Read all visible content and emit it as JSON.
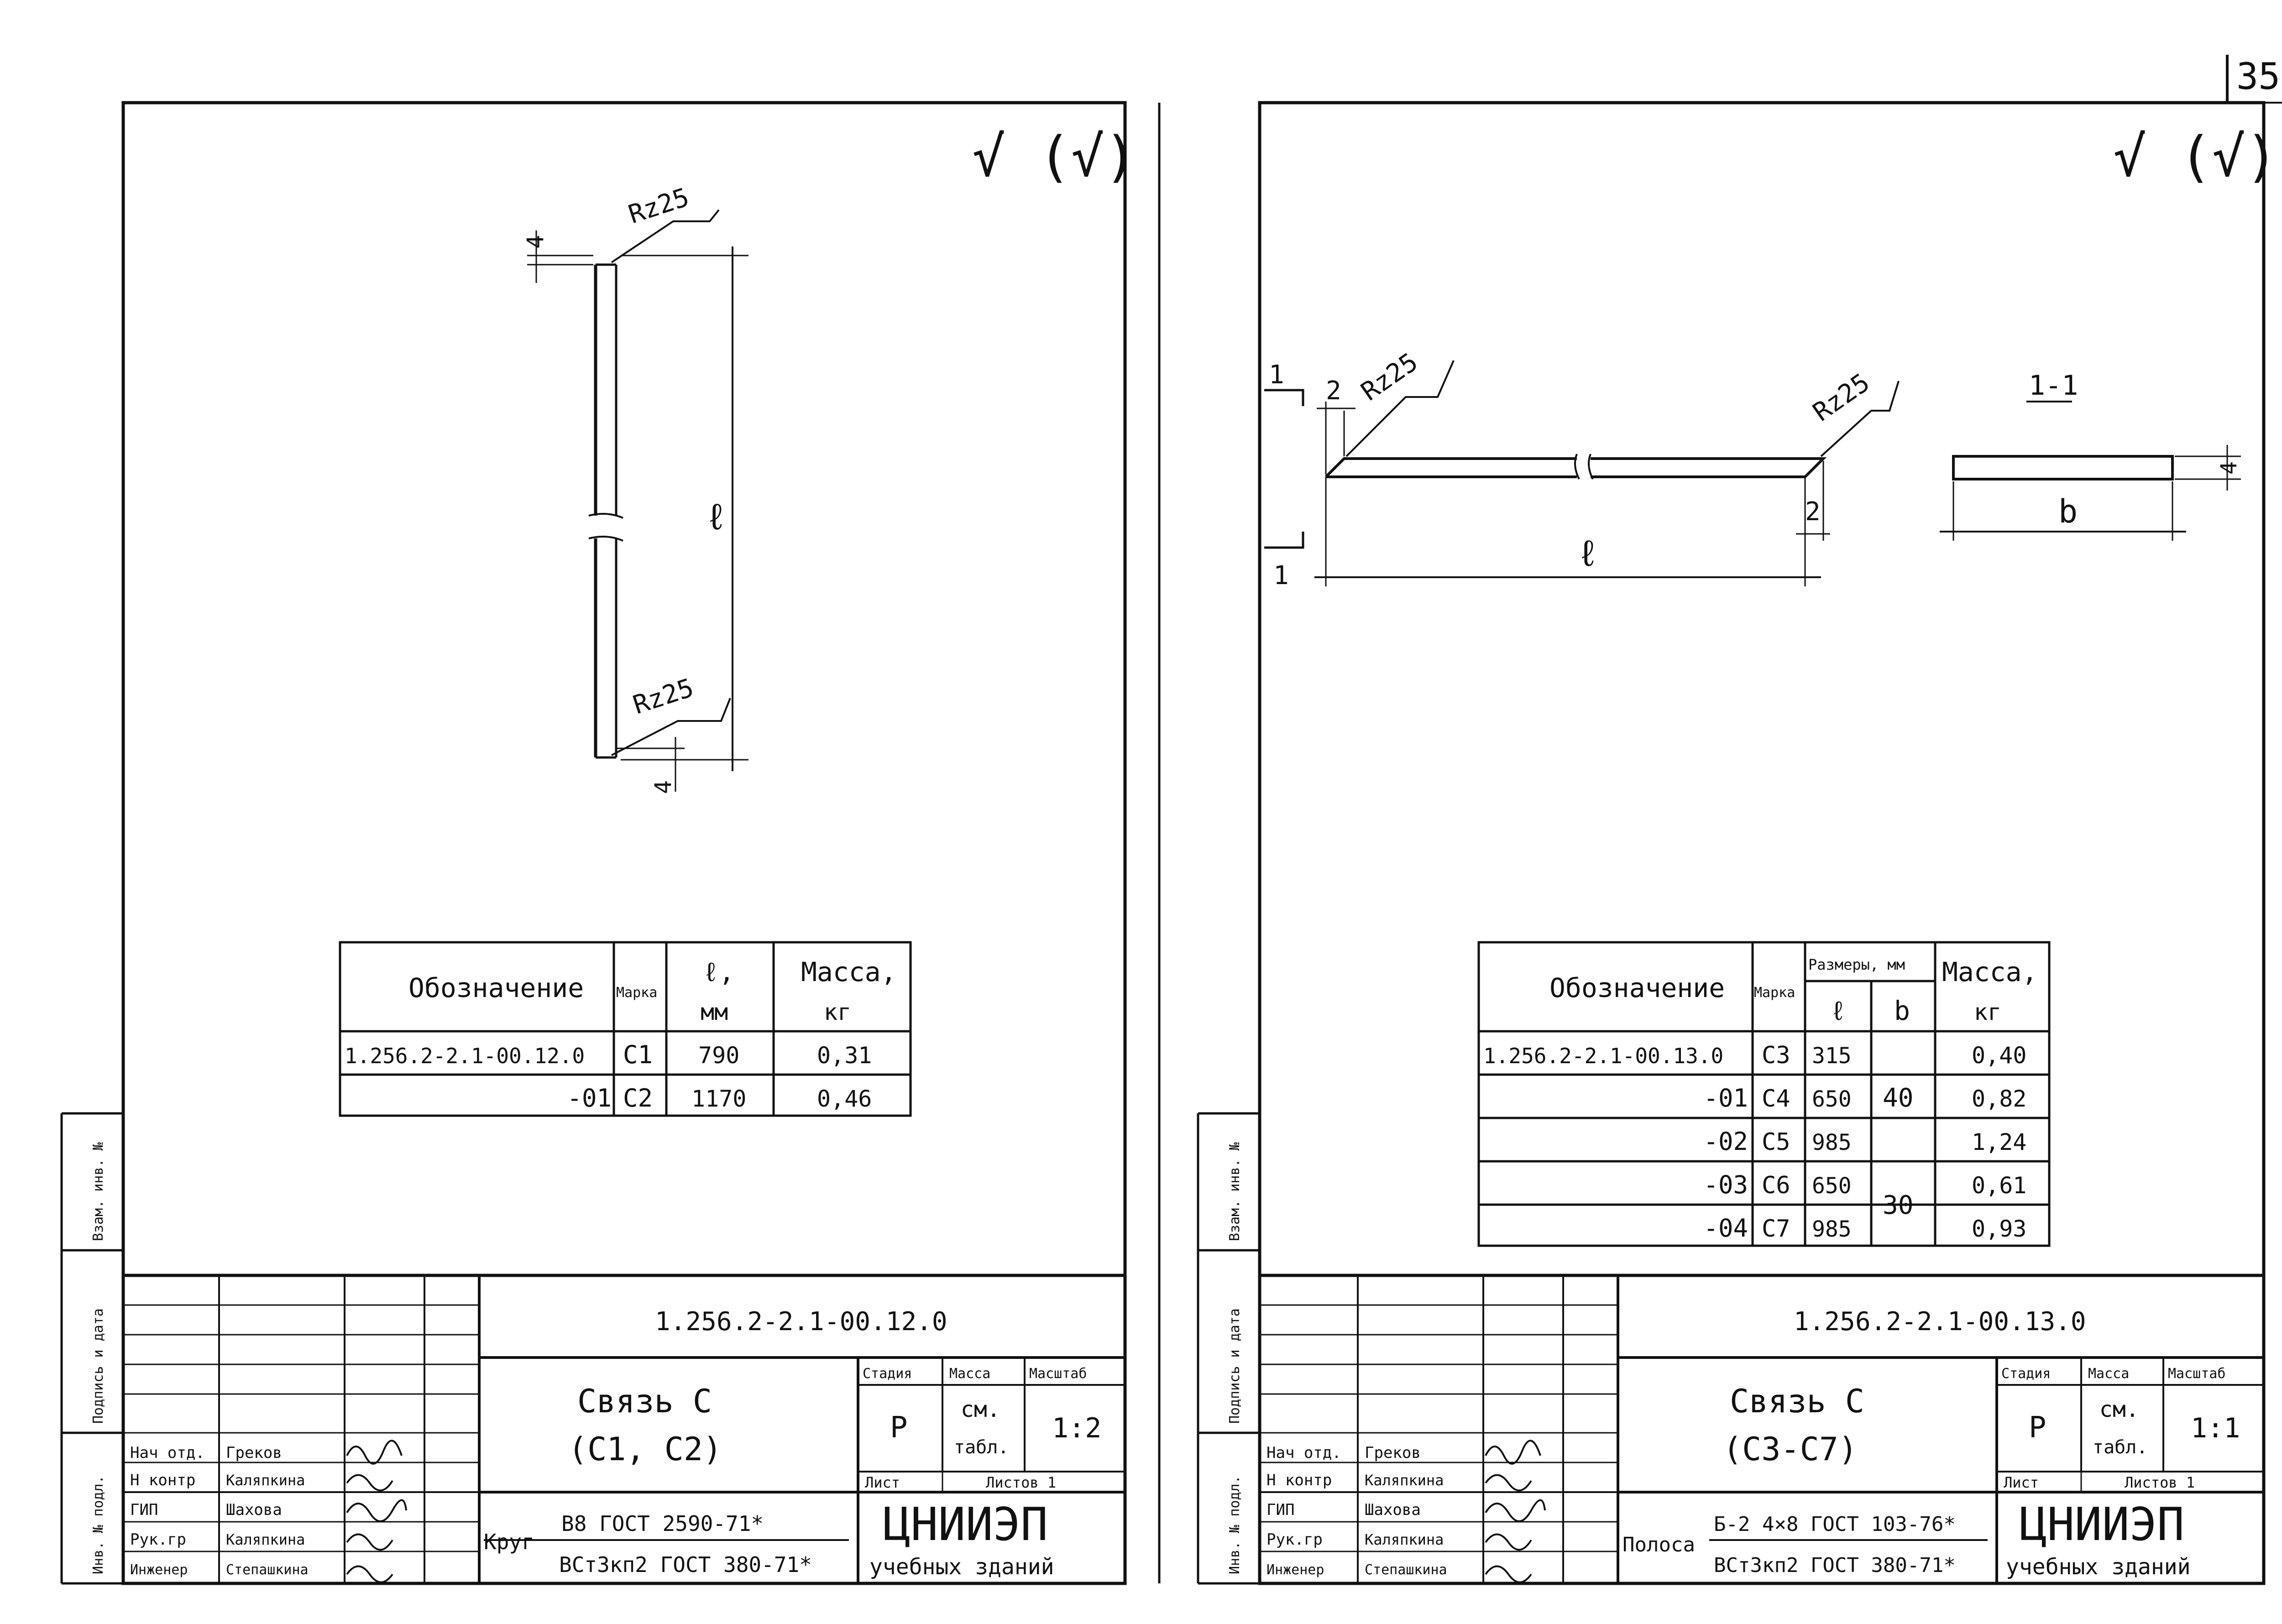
{
  "page_number": "35",
  "surface_mark": "√ (√)",
  "side_strip": [
    "Инв. № подл.",
    "Подпись и дата",
    "Взам. инв. №"
  ],
  "staff_roles": [
    "Нач отд.",
    "Н контр",
    "ГИП",
    "Рук.гр",
    "Инженер"
  ],
  "staff_names": [
    "Греков",
    "Каляпкина",
    "Шахова",
    "Каляпкина",
    "Степашкина"
  ],
  "left": {
    "drawing": {
      "roughness_top": "Rz25",
      "roughness_bottom": "Rz25",
      "length_label": "ℓ",
      "chamfer_top": "4",
      "chamfer_bottom": "4"
    },
    "table": {
      "headers": {
        "designation": "Обозначение",
        "mark": "Марка",
        "length": "ℓ,",
        "length_unit": "мм",
        "mass": "Масса,",
        "mass_unit": "кг"
      },
      "rows": [
        {
          "designation": "1.256.2-2.1-00.12.0",
          "mark": "С1",
          "l": "790",
          "mass": "0,31"
        },
        {
          "designation": "-01",
          "mark": "С2",
          "l": "1170",
          "mass": "0,46"
        }
      ]
    },
    "title_block": {
      "doc_code": "1.256.2-2.1-00.12.0",
      "name_line1": "Связь С",
      "name_line2": "(С1, С2)",
      "stage_hdr": "Стадия",
      "mass_hdr": "Масса",
      "scale_hdr": "Масштаб",
      "stage": "Р",
      "mass_l1": "см.",
      "mass_l2": "табл.",
      "scale": "1:2",
      "sheet": "Лист",
      "sheets": "Листов 1",
      "material_prefix": "Круг",
      "material_top": "B8 ГОСТ 2590-71*",
      "material_bottom": "ВСт3кп2 ГОСТ 380-71*",
      "org_l1": "ЦНИИЭП",
      "org_l2": "учебных зданий"
    }
  },
  "right": {
    "drawing": {
      "roughness_left": "Rz25",
      "roughness_right": "Rz25",
      "length_label": "ℓ",
      "section_label": "1-1",
      "width_label": "b",
      "thickness": "4",
      "chamfer_left": "2",
      "chamfer_right": "2",
      "cut_top": "1",
      "cut_bottom": "1"
    },
    "table": {
      "headers": {
        "designation": "Обозначение",
        "mark": "Марка",
        "sizes": "Размеры, мм",
        "l": "ℓ",
        "b": "b",
        "mass": "Масса,",
        "mass_unit": "кг"
      },
      "rows": [
        {
          "designation": "1.256.2-2.1-00.13.0",
          "mark": "С3",
          "l": "315",
          "mass": "0,40"
        },
        {
          "designation": "-01",
          "mark": "С4",
          "l": "650",
          "mass": "0,82"
        },
        {
          "designation": "-02",
          "mark": "С5",
          "l": "985",
          "mass": "1,24"
        },
        {
          "designation": "-03",
          "mark": "С6",
          "l": "650",
          "mass": "0,61"
        },
        {
          "designation": "-04",
          "mark": "С7",
          "l": "985",
          "mass": "0,93"
        }
      ],
      "b_groups": [
        "40",
        "30"
      ]
    },
    "title_block": {
      "doc_code": "1.256.2-2.1-00.13.0",
      "name_line1": "Связь С",
      "name_line2": "(С3-С7)",
      "stage_hdr": "Стадия",
      "mass_hdr": "Масса",
      "scale_hdr": "Масштаб",
      "stage": "Р",
      "mass_l1": "см.",
      "mass_l2": "табл.",
      "scale": "1:1",
      "sheet": "Лист",
      "sheets": "Листов 1",
      "material_prefix": "Полоса",
      "material_top": "Б-2 4×8 ГОСТ 103-76*",
      "material_bottom": "ВСт3кп2 ГОСТ 380-71*",
      "org_l1": "ЦНИИЭП",
      "org_l2": "учебных зданий"
    }
  }
}
